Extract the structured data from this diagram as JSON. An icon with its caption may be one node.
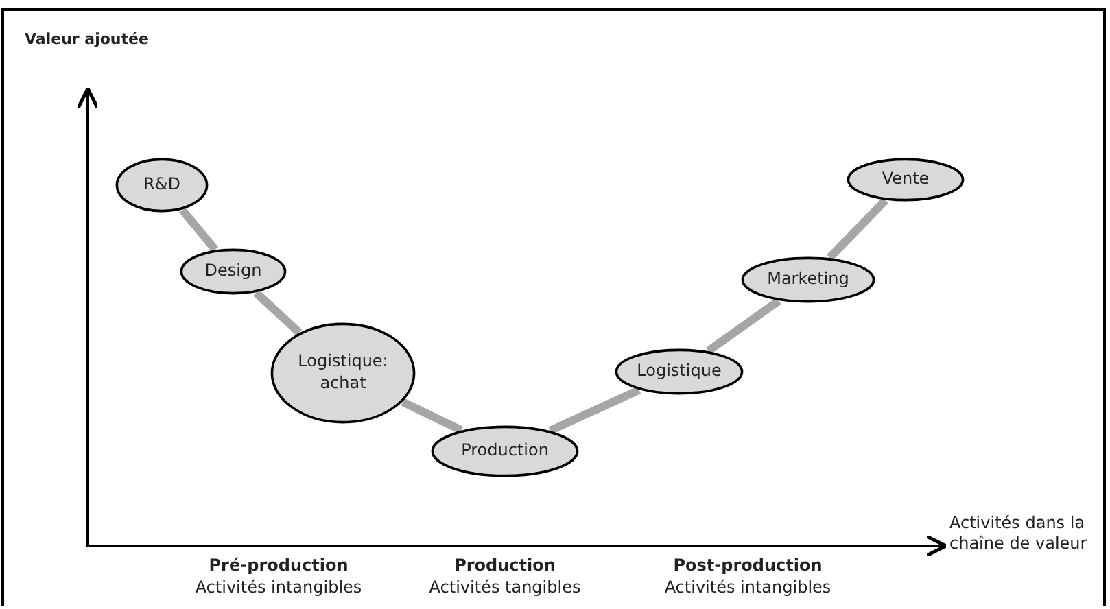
{
  "diagram": {
    "nodes": [
      {
        "text": [
          "R&D"
        ]
      },
      {
        "text": [
          "Design"
        ]
      },
      {
        "text": [
          "Logistique: achat"
        ]
      },
      {
        "text": [
          "Production"
        ]
      },
      {
        "text": [
          "Logistique"
        ]
      },
      {
        "text": [
          "Marketing"
        ]
      },
      {
        "text": [
          "Vente"
        ]
      }
    ],
    "edges": [
      {
        "from": 0,
        "to": 1,
        "arrow": "none"
      },
      {
        "from": 1,
        "to": 2,
        "arrow": "none"
      },
      {
        "from": 2,
        "to": 3,
        "arrow": "none"
      },
      {
        "from": 3,
        "to": 4,
        "arrow": "none"
      },
      {
        "from": 4,
        "to": 5,
        "arrow": "none"
      },
      {
        "from": 5,
        "to": 6,
        "arrow": "none"
      }
    ],
    "labels": [
      "Valeur ajoutée",
      "Activités dans la chaîne de valeur",
      "Pré-production",
      "Activités intangibles",
      "Production",
      "Activités tangibles",
      "Post-production",
      "Activités intangibles"
    ]
  }
}
